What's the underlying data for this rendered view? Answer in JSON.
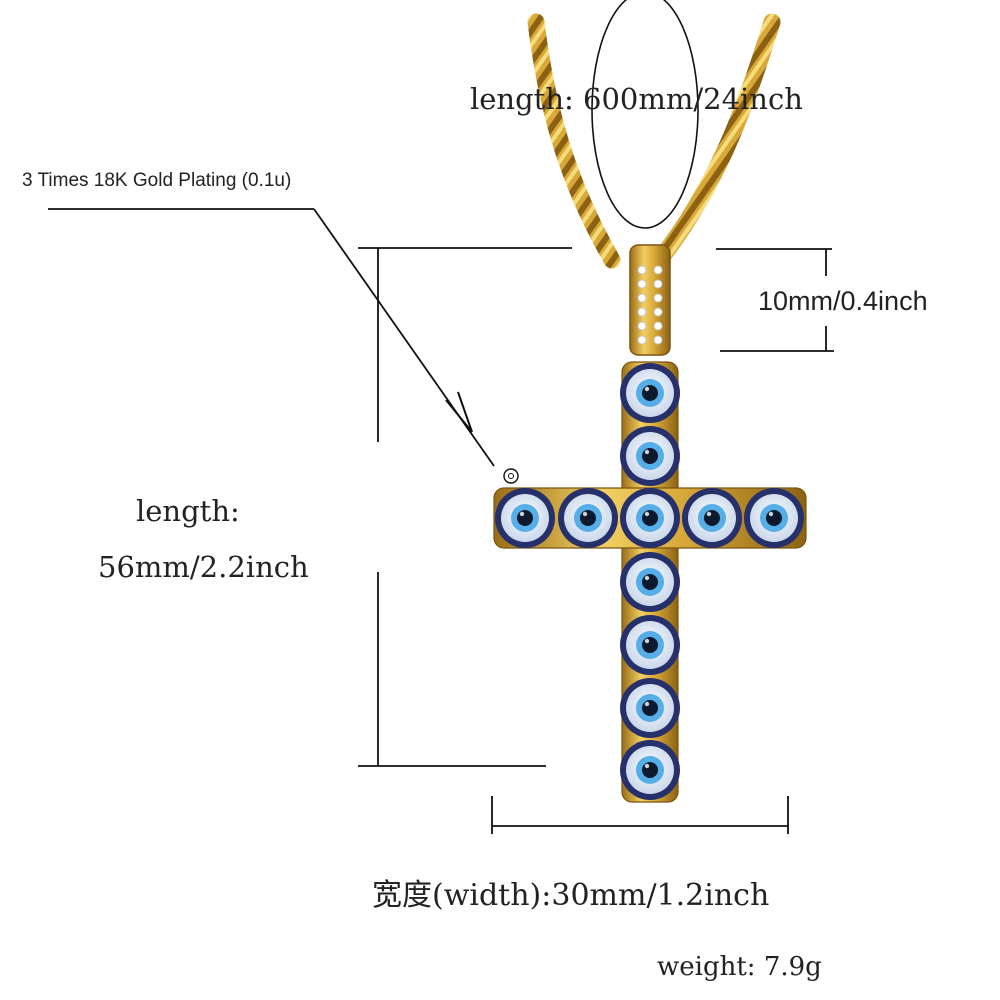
{
  "labels": {
    "chain_length": "length: 600mm/24inch",
    "plating": "3 Times 18K Gold Plating (0.1u)",
    "bail_height": "10mm/0.4inch",
    "pendant_length_line1": "length:",
    "pendant_length_line2": "56mm/2.2inch",
    "width": "宽度(width):30mm/1.2inch",
    "weight": "weight: 7.9g"
  },
  "colors": {
    "gold": "#d8a93a",
    "gold_dark": "#9a6e16",
    "eye_outer": "#26306b",
    "eye_white": "#eef3fa",
    "eye_blue": "#56aee8",
    "eye_pupil": "#0d1a2e",
    "line": "#111111"
  }
}
